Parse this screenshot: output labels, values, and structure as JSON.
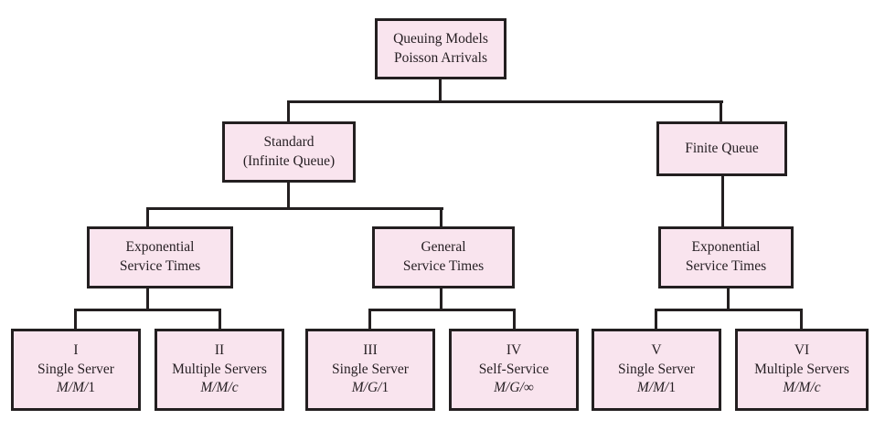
{
  "diagram_title": "Queuing Models Poisson Arrivals classification tree",
  "colors": {
    "box_fill": "#f9e4ee",
    "box_border": "#231f20",
    "line": "#231f20"
  },
  "nodes": {
    "root": {
      "line1": "Queuing Models",
      "line2": "Poisson Arrivals"
    },
    "standard": {
      "line1": "Standard",
      "line2": "(Infinite Queue)"
    },
    "finite": {
      "line1": "Finite Queue"
    },
    "exp_left": {
      "line1": "Exponential",
      "line2": "Service Times"
    },
    "general": {
      "line1": "General",
      "line2": "Service Times"
    },
    "exp_right": {
      "line1": "Exponential",
      "line2": "Service Times"
    },
    "leaves": [
      {
        "numeral": "I",
        "label": "Single Server",
        "notation_italic": "M/M/",
        "notation_upright": "1"
      },
      {
        "numeral": "II",
        "label": "Multiple Servers",
        "notation_italic": "M/M/c",
        "notation_upright": ""
      },
      {
        "numeral": "III",
        "label": "Single Server",
        "notation_italic": "M/G/",
        "notation_upright": "1"
      },
      {
        "numeral": "IV",
        "label": "Self-Service",
        "notation_italic": "M/G/",
        "notation_upright": "∞"
      },
      {
        "numeral": "V",
        "label": "Single Server",
        "notation_italic": "M/M/",
        "notation_upright": "1"
      },
      {
        "numeral": "VI",
        "label": "Multiple Servers",
        "notation_italic": "M/M/c",
        "notation_upright": ""
      }
    ]
  }
}
